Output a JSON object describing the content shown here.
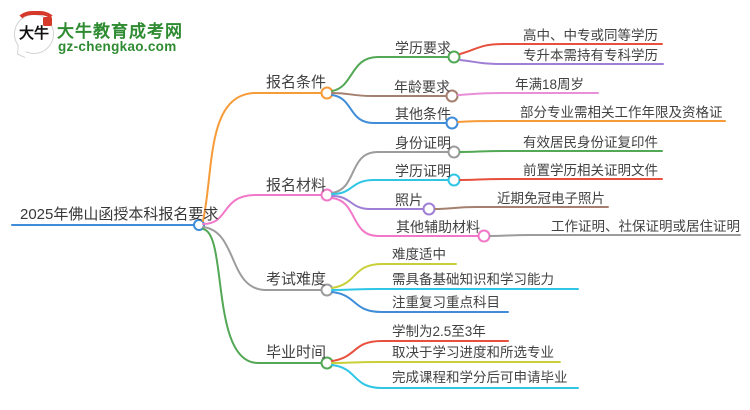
{
  "logo": {
    "mark": "大牛",
    "title": "大牛教育成考网",
    "url": "gz-chengkao.com",
    "green": "#2e8b31",
    "red": "#d4392a"
  },
  "root": {
    "label": "2025年佛山函授本科报名要求",
    "color": "#3f8cd8"
  },
  "branches": [
    {
      "label": "报名条件",
      "color": "#f79a38",
      "children": [
        {
          "label": "学历要求",
          "color": "#52a855",
          "leaves": [
            {
              "label": "高中、中专或同等学历",
              "color": "#e8503e"
            },
            {
              "label": "专升本需持有专科学历",
              "color": "#9f7fd5"
            }
          ]
        },
        {
          "label": "年龄要求",
          "color": "#a5806f",
          "leaves": [
            {
              "label": "年满18周岁",
              "color": "#e98fd9"
            }
          ]
        },
        {
          "label": "其他条件",
          "color": "#3f8cd8",
          "leaves": [
            {
              "label": "部分专业需相关工作年限及资格证",
              "color": "#f79a38"
            }
          ]
        }
      ]
    },
    {
      "label": "报名材料",
      "color": "#f178c9",
      "children": [
        {
          "label": "身份证明",
          "color": "#9c9c9c",
          "leaves": [
            {
              "label": "有效居民身份证复印件",
              "color": "#52a855"
            }
          ]
        },
        {
          "label": "学历证明",
          "color": "#2fc6e6",
          "leaves": [
            {
              "label": "前置学历相关证明文件",
              "color": "#e8503e"
            }
          ]
        },
        {
          "label": "照片",
          "color": "#9f7fd5",
          "leaves": [
            {
              "label": "近期免冠电子照片",
              "color": "#a5806f"
            }
          ]
        },
        {
          "label": "其他辅助材料",
          "color": "#f178c9",
          "leaves": [
            {
              "label": "工作证明、社保证明或居住证明",
              "color": "#9c9c9c"
            }
          ]
        }
      ]
    },
    {
      "label": "考试难度",
      "color": "#9c9c9c",
      "leaves": [
        {
          "label": "难度适中",
          "color": "#c9cf38"
        },
        {
          "label": "需具备基础知识和学习能力",
          "color": "#2fc6e6"
        },
        {
          "label": "注重复习重点科目",
          "color": "#3f8cd8"
        }
      ]
    },
    {
      "label": "毕业时间",
      "color": "#52a855",
      "leaves": [
        {
          "label": "学制为2.5至3年",
          "color": "#e8503e"
        },
        {
          "label": "取决于学习进度和所选专业",
          "color": "#c9cf38"
        },
        {
          "label": "完成课程和学分后可申请毕业",
          "color": "#2fc6e6"
        }
      ]
    }
  ]
}
